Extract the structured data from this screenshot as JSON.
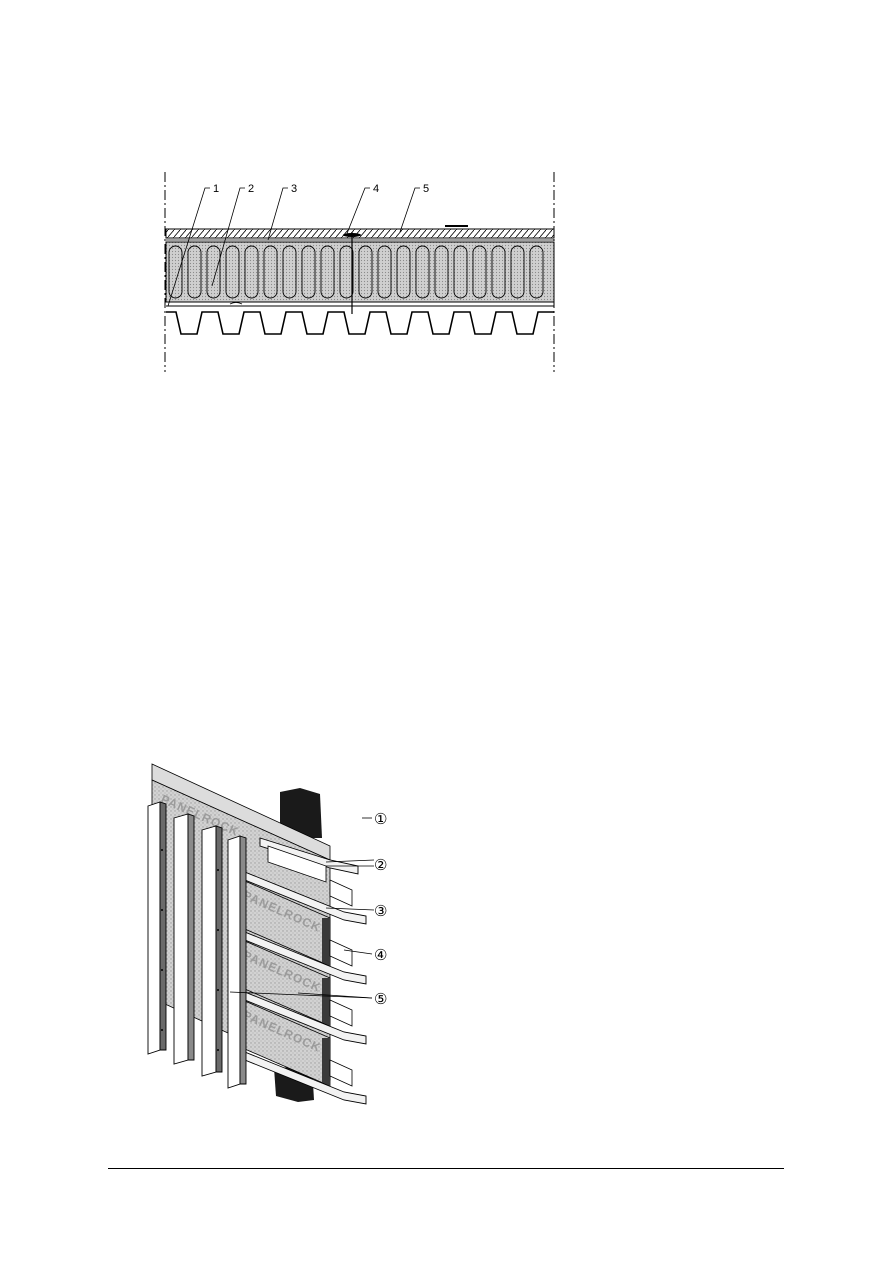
{
  "figure_top": {
    "callouts": [
      "1",
      "2",
      "3",
      "4",
      "5"
    ]
  },
  "figure_bottom": {
    "callouts": [
      "①",
      "②",
      "③",
      "④",
      "⑤"
    ],
    "watermark": "PANELROCK"
  }
}
